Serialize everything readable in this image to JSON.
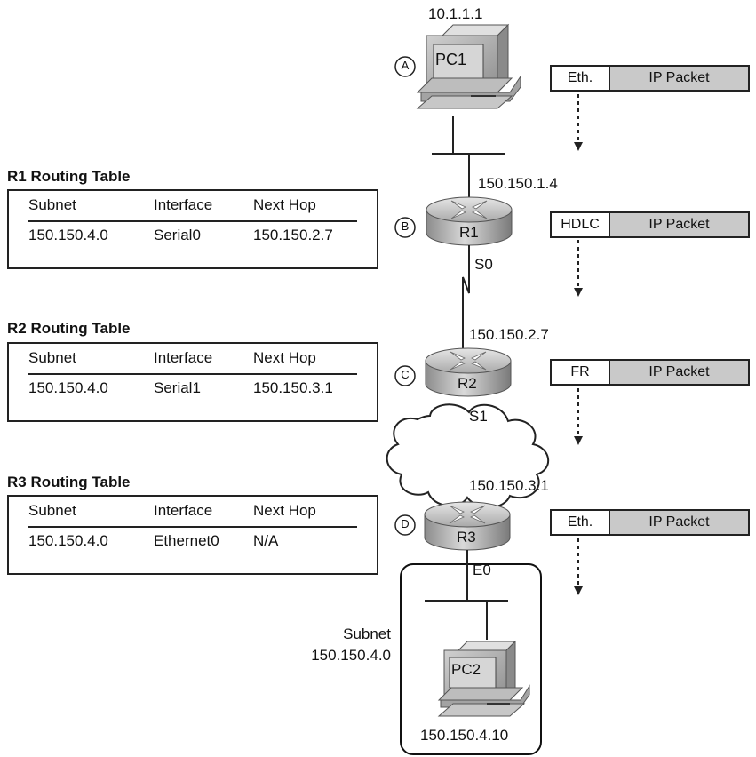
{
  "pc1": {
    "ip": "10.1.1.1",
    "label": "PC1"
  },
  "steps": {
    "a": "A",
    "b": "B",
    "c": "C",
    "d": "D"
  },
  "r1": {
    "label": "R1",
    "lan_ip": "150.150.1.4",
    "serial_if": "S0",
    "table": {
      "title": "R1 Routing Table",
      "headers": [
        "Subnet",
        "Interface",
        "Next Hop"
      ],
      "row": [
        "150.150.4.0",
        "Serial0",
        "150.150.2.7"
      ]
    }
  },
  "r2": {
    "label": "R2",
    "serial_ip": "150.150.2.7",
    "fr_if": "S1",
    "table": {
      "title": "R2 Routing Table",
      "headers": [
        "Subnet",
        "Interface",
        "Next Hop"
      ],
      "row": [
        "150.150.4.0",
        "Serial1",
        "150.150.3.1"
      ]
    }
  },
  "r3": {
    "label": "R3",
    "fr_ip": "150.150.3.1",
    "eth_if": "E0",
    "table": {
      "title": "R3 Routing Table",
      "headers": [
        "Subnet",
        "Interface",
        "Next Hop"
      ],
      "row": [
        "150.150.4.0",
        "Ethernet0",
        "N/A"
      ]
    }
  },
  "subnet_label": {
    "line1": "Subnet",
    "line2": "150.150.4.0"
  },
  "pc2": {
    "ip": "150.150.4.10",
    "label": "PC2"
  },
  "frames": [
    {
      "header": "Eth.",
      "payload": "IP Packet"
    },
    {
      "header": "HDLC",
      "payload": "IP Packet"
    },
    {
      "header": "FR",
      "payload": "IP Packet"
    },
    {
      "header": "Eth.",
      "payload": "IP Packet"
    }
  ],
  "colors": {
    "frame_payload": "#c9c9c9",
    "device_gray": "#b8b8b8",
    "line": "#222222"
  }
}
